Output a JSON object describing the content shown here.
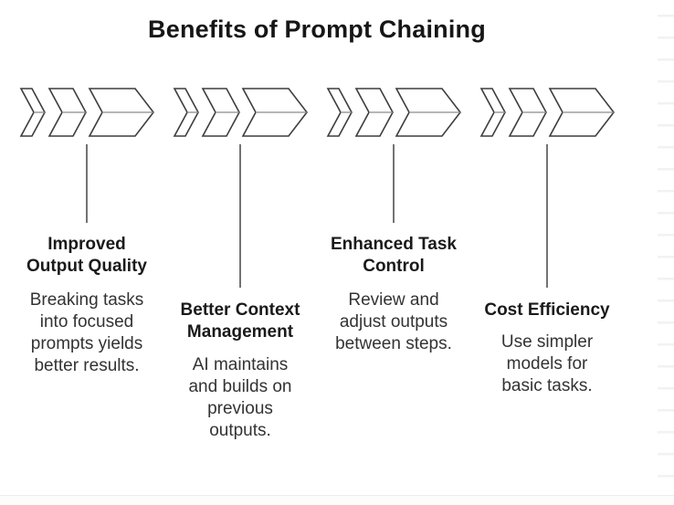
{
  "title": "Benefits of Prompt Chaining",
  "icon": {
    "name": "triple-chevron-arrow",
    "count": 4
  },
  "colors": {
    "background": "#ffffff",
    "title_text": "#161616",
    "heading_text": "#1a1a1a",
    "body_text": "#333333",
    "outline": "#3d3d3d",
    "midline": "#8c8c8c",
    "connector": "#737373",
    "edge_mark": "#f2f2f2",
    "footer_line": "#ededed",
    "footer_bg": "#fcfcfc"
  },
  "columns": [
    {
      "heading": "Improved Output Quality",
      "heading_lines": [
        "Improved",
        "Output Quality"
      ],
      "body": "Breaking tasks into focused prompts yields better results.",
      "body_lines": [
        "Breaking tasks",
        "into focused",
        "prompts yields",
        "better results."
      ]
    },
    {
      "heading": "Better Context Management",
      "heading_lines": [
        "Better Context",
        "Management"
      ],
      "body": "AI maintains and builds on previous outputs.",
      "body_lines": [
        "AI maintains",
        "and builds on",
        "previous",
        "outputs."
      ]
    },
    {
      "heading": "Enhanced Task Control",
      "heading_lines": [
        "Enhanced Task",
        "Control"
      ],
      "body": "Review and adjust outputs between steps.",
      "body_lines": [
        "Review and",
        "adjust outputs",
        "between steps."
      ]
    },
    {
      "heading": "Cost Efficiency",
      "heading_lines": [
        "Cost Efficiency"
      ],
      "body": "Use simpler models for basic tasks.",
      "body_lines": [
        "Use simpler",
        "models for",
        "basic tasks."
      ]
    }
  ]
}
